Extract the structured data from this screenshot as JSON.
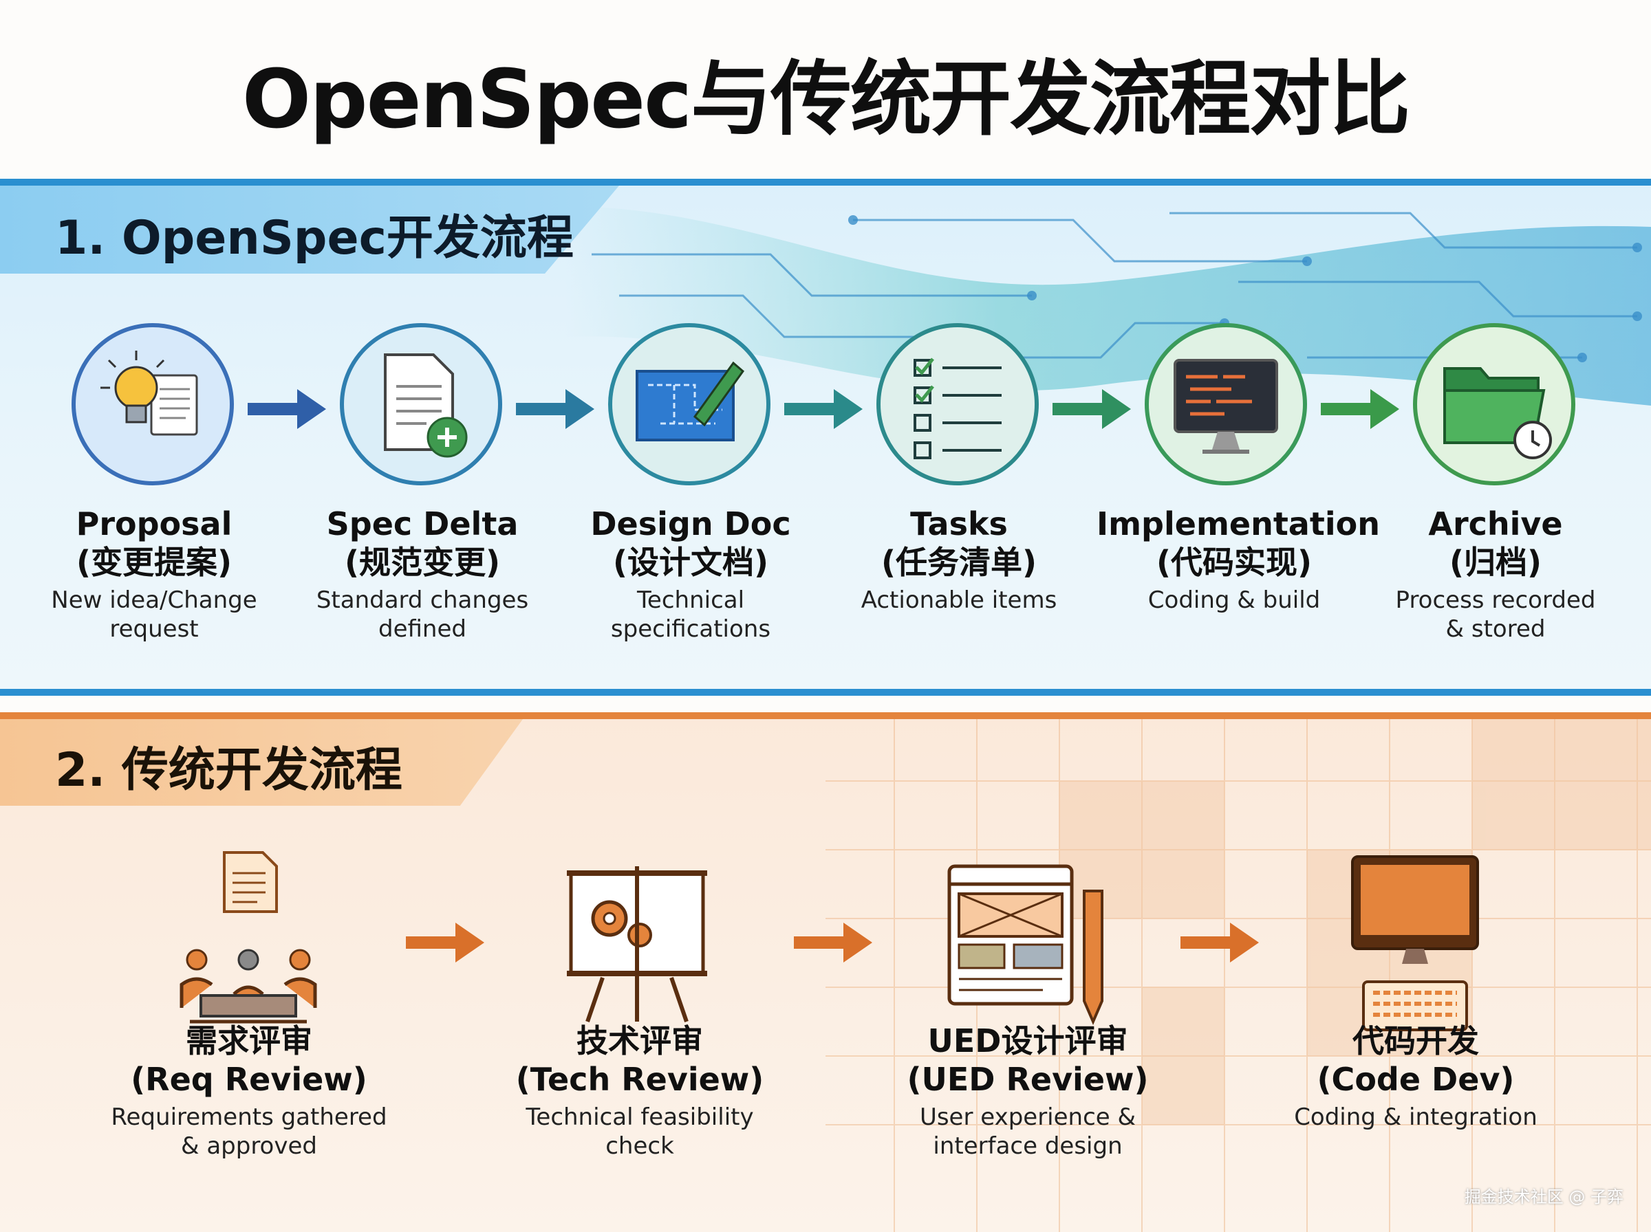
{
  "title": "OpenSpec与传统开发流程对比",
  "section1": {
    "heading": "1. OpenSpec开发流程",
    "steps": [
      {
        "title": "Proposal",
        "subtitle": "(变更提案)",
        "desc": [
          "New idea/Change",
          "request"
        ],
        "icon": "lightbulb-document-icon"
      },
      {
        "title": "Spec Delta",
        "subtitle": "(规范变更)",
        "desc": [
          "Standard changes",
          "defined"
        ],
        "icon": "document-plus-icon"
      },
      {
        "title": "Design Doc",
        "subtitle": "(设计文档)",
        "desc": [
          "Technical",
          "specifications"
        ],
        "icon": "blueprint-pencil-icon"
      },
      {
        "title": "Tasks",
        "subtitle": "(任务清单)",
        "desc": [
          "Actionable items"
        ],
        "icon": "checklist-icon"
      },
      {
        "title": "Implementation",
        "subtitle": "(代码实现)",
        "desc": [
          "Coding & build"
        ],
        "icon": "monitor-code-icon"
      },
      {
        "title": "Archive",
        "subtitle": "(归档)",
        "desc": [
          "Process recorded",
          "& stored"
        ],
        "icon": "folder-clock-icon"
      }
    ]
  },
  "section2": {
    "heading": "2. 传统开发流程",
    "steps": [
      {
        "title": "需求评审",
        "subtitle": "(Req Review)",
        "desc": [
          "Requirements gathered",
          "& approved"
        ],
        "icon": "meeting-icon"
      },
      {
        "title": "技术评审",
        "subtitle": "(Tech Review)",
        "desc": [
          "Technical feasibility",
          "check"
        ],
        "icon": "presentation-board-icon"
      },
      {
        "title": "UED设计评审",
        "subtitle": "(UED Review)",
        "desc": [
          "User experience &",
          "interface design"
        ],
        "icon": "wireframe-pencil-icon"
      },
      {
        "title": "代码开发",
        "subtitle": "(Code Dev)",
        "desc": [
          "Coding & integration"
        ],
        "icon": "computer-keyboard-icon"
      }
    ]
  },
  "watermark": "掘金技术社区 @ 子弈",
  "colors": {
    "blue": "#2a8fd0",
    "orange": "#e4843c",
    "green": "#3f9a4f",
    "teal": "#2c8a8c"
  }
}
